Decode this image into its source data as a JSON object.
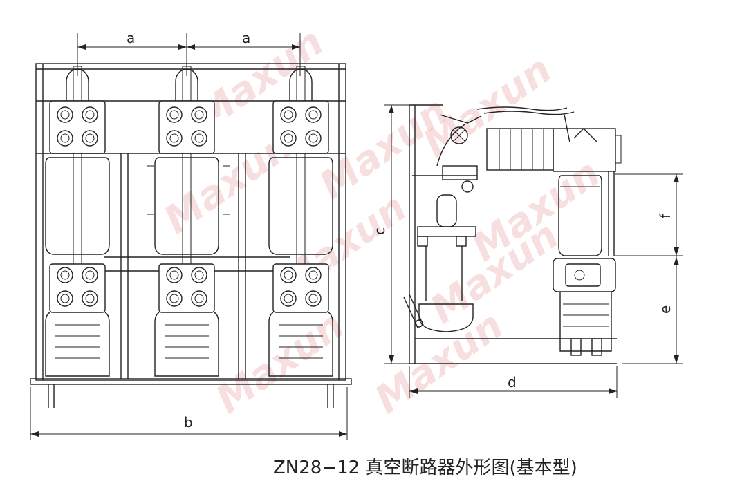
{
  "caption": "ZN28−12 真空断路器外形图(基本型)",
  "dimensions": {
    "a_left": "a",
    "a_right": "a",
    "b": "b",
    "c": "c",
    "d": "d",
    "e": "e",
    "f": "f"
  },
  "watermark": "Maxun"
}
